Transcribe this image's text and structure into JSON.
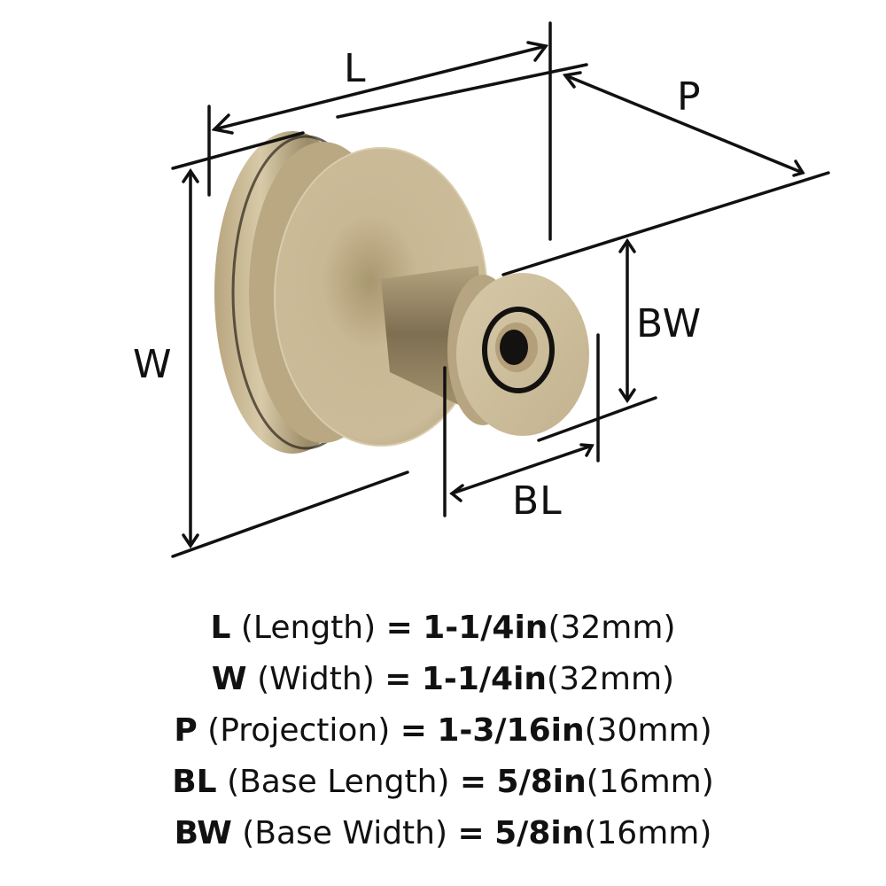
{
  "diagram": {
    "subject": "round cabinet knob, satin brass finish, with dimension callouts",
    "colors": {
      "finish": "#c2b08e",
      "finish_shadow": "#8f7f60",
      "finish_highlight": "#ddd0b4",
      "line": "#111111",
      "hole": "#141210"
    },
    "labels": {
      "L": "L",
      "P": "P",
      "W": "W",
      "BW": "BW",
      "BL": "BL"
    }
  },
  "specs": [
    {
      "abbr": "L",
      "desc": "(Length)",
      "eq": "=",
      "inch": "1-1/4in",
      "mm": "(32mm)"
    },
    {
      "abbr": "W",
      "desc": "(Width)",
      "eq": "=",
      "inch": "1-1/4in",
      "mm": "(32mm)"
    },
    {
      "abbr": "P",
      "desc": "(Projection)",
      "eq": "=",
      "inch": "1-3/16in",
      "mm": "(30mm)"
    },
    {
      "abbr": "BL",
      "desc": "(Base Length)",
      "eq": "=",
      "inch": "5/8in",
      "mm": "(16mm)"
    },
    {
      "abbr": "BW",
      "desc": "(Base Width)",
      "eq": "=",
      "inch": "5/8in",
      "mm": "(16mm)"
    }
  ]
}
